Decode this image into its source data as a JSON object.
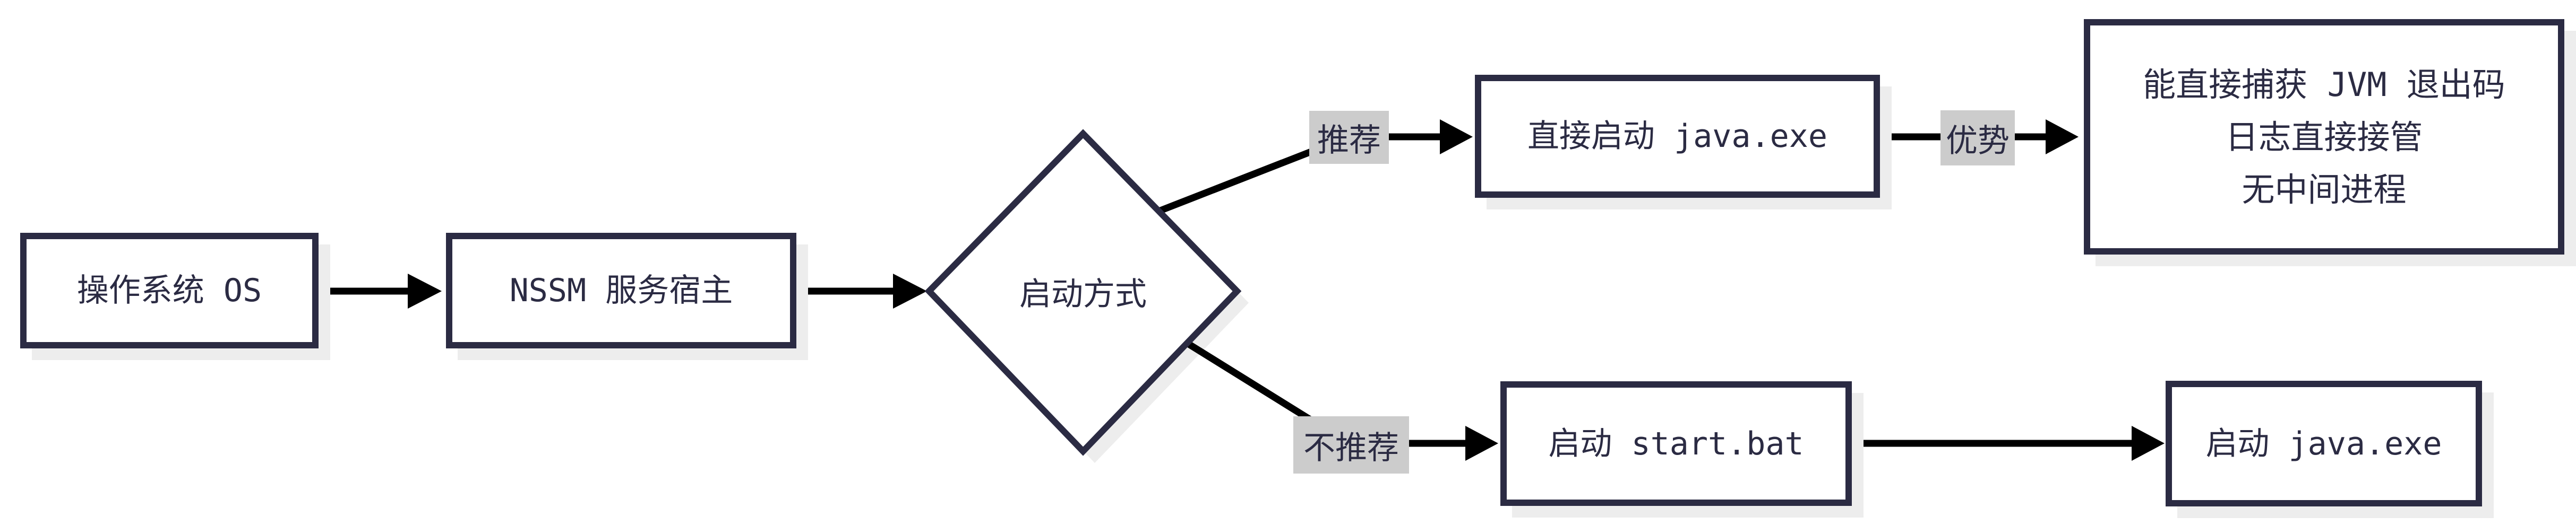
{
  "diagram": {
    "type": "flowchart",
    "direction": "left-to-right",
    "background": "#ffffff",
    "colors": {
      "node_border": "#2b2b43",
      "node_fill": "#ffffff",
      "text": "#2b2b43",
      "arrow": "#000000",
      "edge_label_bg": "#cccccc",
      "drop_shadow": "#ededed"
    },
    "nodes": {
      "os": {
        "label": "操作系统 OS",
        "shape": "rect"
      },
      "nssm": {
        "label": "NSSM 服务宿主",
        "shape": "rect"
      },
      "decision": {
        "label": "启动方式",
        "shape": "diamond"
      },
      "direct_launch": {
        "label": "直接启动 java.exe",
        "shape": "rect"
      },
      "advantages": {
        "shape": "rect",
        "lines": [
          "能直接捕获 JVM 退出码",
          "日志直接接管",
          "无中间进程"
        ]
      },
      "start_bat": {
        "label": "启动 start.bat",
        "shape": "rect"
      },
      "java_exe": {
        "label": "启动 java.exe",
        "shape": "rect"
      }
    },
    "edge_labels": {
      "recommended": "推荐",
      "advantage": "优势",
      "not_recommended": "不推荐"
    },
    "edges": [
      {
        "from": "os",
        "to": "nssm",
        "label": ""
      },
      {
        "from": "nssm",
        "to": "decision",
        "label": ""
      },
      {
        "from": "decision",
        "to": "direct_launch",
        "label": "推荐"
      },
      {
        "from": "direct_launch",
        "to": "advantages",
        "label": "优势"
      },
      {
        "from": "decision",
        "to": "start_bat",
        "label": "不推荐"
      },
      {
        "from": "start_bat",
        "to": "java_exe",
        "label": ""
      }
    ]
  }
}
